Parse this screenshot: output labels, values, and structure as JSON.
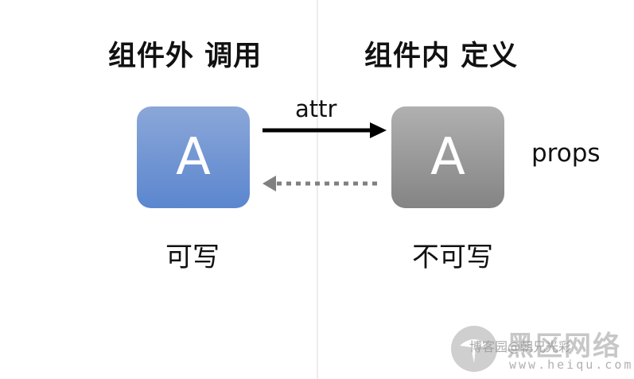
{
  "headings": {
    "left": "组件外 调用",
    "right": "组件内 定义"
  },
  "boxes": {
    "left": {
      "label": "A",
      "color": "#6a92d3"
    },
    "right": {
      "label": "A",
      "color": "#999999"
    }
  },
  "arrows": {
    "top_label": "attr",
    "side_label": "props"
  },
  "captions": {
    "left": "可写",
    "right": "不可写"
  },
  "watermark": {
    "blog": "博客园@朝兄光彩",
    "title": "黑区网络",
    "url": "www.heiqu.com"
  }
}
